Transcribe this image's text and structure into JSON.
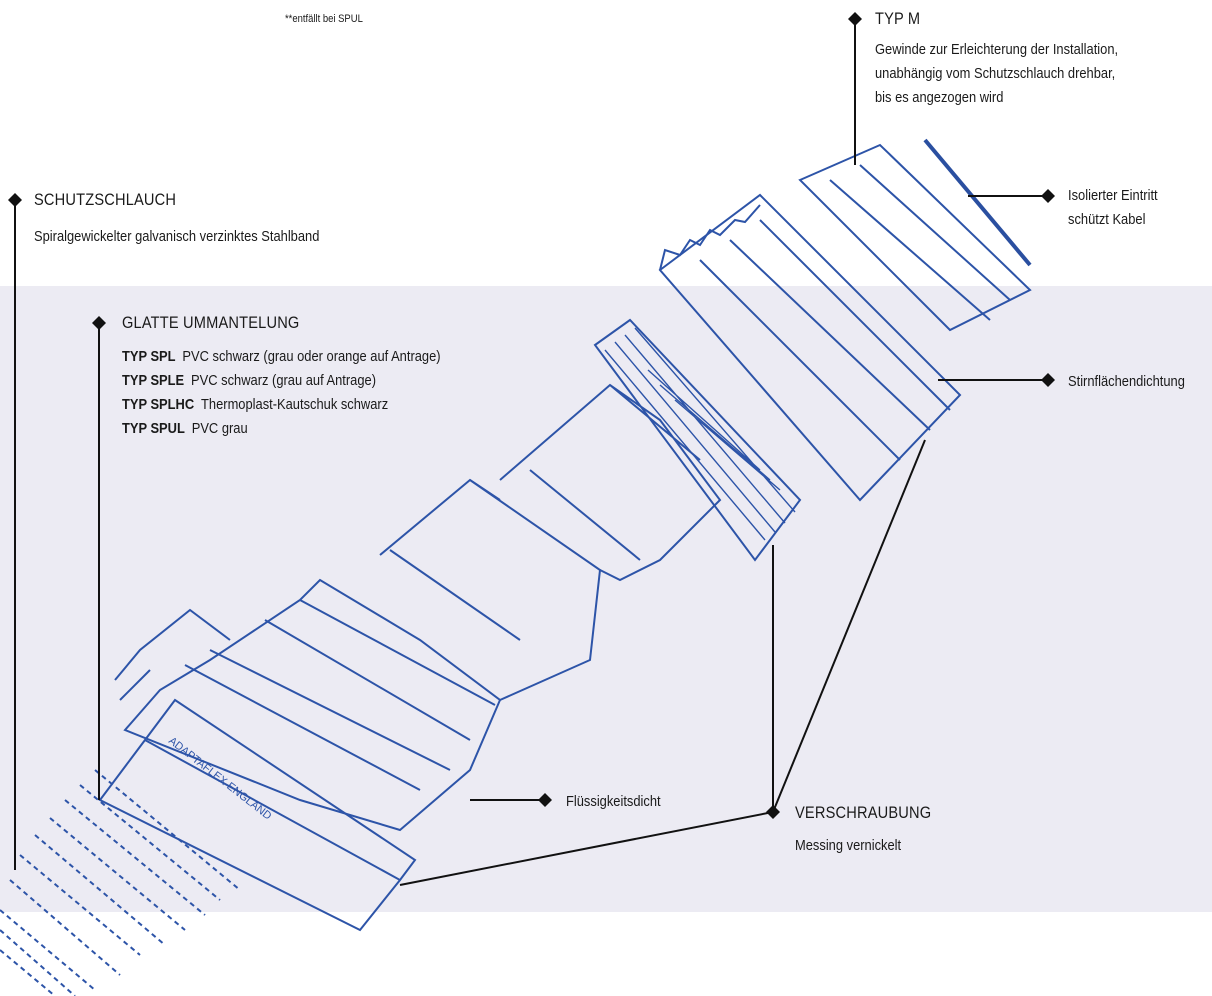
{
  "footnote": "**entfällt bei SPUL",
  "typ_m": {
    "title": "TYP M",
    "lines": [
      "Gewinde zur Erleichterung der Installation,",
      "unabhängig vom Schutzschlauch drehbar,",
      "bis es angezogen wird"
    ]
  },
  "schutzschlauch": {
    "title": "SCHUTZSCHLAUCH",
    "desc": "Spiralgewickelter galvanisch verzinktes Stahlband"
  },
  "isolierter": {
    "lines": [
      "Isolierter Eintritt",
      "schützt Kabel"
    ]
  },
  "glatte": {
    "title": "GLATTE UMMANTELUNG",
    "rows": [
      {
        "type": "TYP SPL",
        "desc": "PVC schwarz (grau oder orange auf Antrage)"
      },
      {
        "type": "TYP SPLE",
        "desc": "PVC schwarz (grau auf Antrage)"
      },
      {
        "type": "TYP SPLHC",
        "desc": "Thermoplast-Kautschuk schwarz"
      },
      {
        "type": "TYP SPUL",
        "desc": "PVC grau"
      }
    ]
  },
  "stirnflaeche": "Stirnflächendichtung",
  "fluessig": "Flüssigkeitsdicht",
  "verschraubung": {
    "title": "VERSCHRAUBUNG",
    "desc": "Messing vernickelt"
  },
  "engraving": "ADAPTAFLEX ENGLAND",
  "colors": {
    "drawing": "#2d54a8",
    "leader": "#111111",
    "band": "#ecebf3"
  }
}
